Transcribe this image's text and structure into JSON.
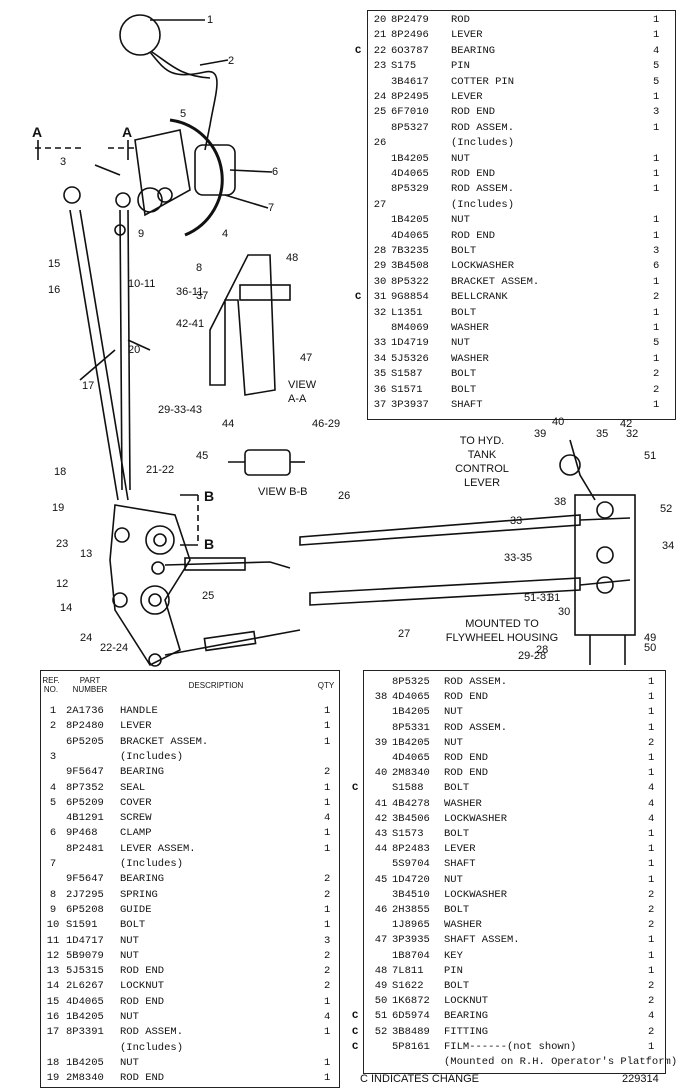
{
  "top_table": [
    {
      "c": "",
      "ref": "20",
      "part": "8P2479",
      "desc": "ROD",
      "qty": "1"
    },
    {
      "c": "",
      "ref": "21",
      "part": "8P2496",
      "desc": "LEVER",
      "qty": "1"
    },
    {
      "c": "C",
      "ref": "22",
      "part": "6O3787",
      "desc": "BEARING",
      "qty": "4"
    },
    {
      "c": "",
      "ref": "23",
      "part": "S175",
      "desc": "PIN",
      "qty": "5"
    },
    {
      "c": "",
      "ref": "",
      "part": "3B4617",
      "desc": "COTTER PIN",
      "qty": "5"
    },
    {
      "c": "",
      "ref": "24",
      "part": "8P2495",
      "desc": "LEVER",
      "qty": "1"
    },
    {
      "c": "",
      "ref": "25",
      "part": "6F7010",
      "desc": "ROD END",
      "qty": "3"
    },
    {
      "c": "",
      "ref": "",
      "part": "8P5327",
      "desc": "ROD ASSEM.",
      "qty": "1"
    },
    {
      "c": "",
      "ref": "26",
      "part": "",
      "desc": "(Includes)",
      "qty": ""
    },
    {
      "c": "",
      "ref": "",
      "part": "1B4205",
      "desc": "NUT",
      "qty": "1"
    },
    {
      "c": "",
      "ref": "",
      "part": "4D4065",
      "desc": "ROD END",
      "qty": "1"
    },
    {
      "c": "",
      "ref": "",
      "part": "8P5329",
      "desc": "ROD ASSEM.",
      "qty": "1"
    },
    {
      "c": "",
      "ref": "27",
      "part": "",
      "desc": "(Includes)",
      "qty": ""
    },
    {
      "c": "",
      "ref": "",
      "part": "1B4205",
      "desc": "NUT",
      "qty": "1"
    },
    {
      "c": "",
      "ref": "",
      "part": "4D4065",
      "desc": "ROD END",
      "qty": "1"
    },
    {
      "c": "",
      "ref": "28",
      "part": "7B3235",
      "desc": "BOLT",
      "qty": "3"
    },
    {
      "c": "",
      "ref": "29",
      "part": "3B4508",
      "desc": "LOCKWASHER",
      "qty": "6"
    },
    {
      "c": "",
      "ref": "30",
      "part": "8P5322",
      "desc": "BRACKET ASSEM.",
      "qty": "1"
    },
    {
      "c": "C",
      "ref": "31",
      "part": "9G8854",
      "desc": "BELLCRANK",
      "qty": "2"
    },
    {
      "c": "",
      "ref": "32",
      "part": "L1351",
      "desc": "BOLT",
      "qty": "1"
    },
    {
      "c": "",
      "ref": "",
      "part": "8M4069",
      "desc": "WASHER",
      "qty": "1"
    },
    {
      "c": "",
      "ref": "33",
      "part": "1D4719",
      "desc": "NUT",
      "qty": "5"
    },
    {
      "c": "",
      "ref": "34",
      "part": "5J5326",
      "desc": "WASHER",
      "qty": "1"
    },
    {
      "c": "",
      "ref": "35",
      "part": "S1587",
      "desc": "BOLT",
      "qty": "2"
    },
    {
      "c": "",
      "ref": "36",
      "part": "S1571",
      "desc": "BOLT",
      "qty": "2"
    },
    {
      "c": "",
      "ref": "37",
      "part": "3P3937",
      "desc": "SHAFT",
      "qty": "1"
    }
  ],
  "left_table": {
    "headers": {
      "ref": "REF. NO.",
      "part": "PART NUMBER",
      "desc": "DESCRIPTION",
      "qty": "QTY"
    },
    "rows": [
      {
        "ref": "1",
        "part": "2A1736",
        "desc": "HANDLE",
        "qty": "1"
      },
      {
        "ref": "2",
        "part": "8P2480",
        "desc": "LEVER",
        "qty": "1"
      },
      {
        "ref": "",
        "part": "6P5205",
        "desc": "BRACKET ASSEM.",
        "qty": "1"
      },
      {
        "ref": "3",
        "part": "",
        "desc": "(Includes)",
        "qty": ""
      },
      {
        "ref": "",
        "part": "9F5647",
        "desc": "BEARING",
        "qty": "2"
      },
      {
        "ref": "4",
        "part": "8P7352",
        "desc": "SEAL",
        "qty": "1"
      },
      {
        "ref": "5",
        "part": "6P5209",
        "desc": "COVER",
        "qty": "1"
      },
      {
        "ref": "",
        "part": "4B1291",
        "desc": "SCREW",
        "qty": "4"
      },
      {
        "ref": "6",
        "part": "9P468",
        "desc": "CLAMP",
        "qty": "1"
      },
      {
        "ref": "",
        "part": "8P2481",
        "desc": "LEVER ASSEM.",
        "qty": "1"
      },
      {
        "ref": "7",
        "part": "",
        "desc": "(Includes)",
        "qty": ""
      },
      {
        "ref": "",
        "part": "9F5647",
        "desc": "BEARING",
        "qty": "2"
      },
      {
        "ref": "8",
        "part": "2J7295",
        "desc": "SPRING",
        "qty": "2"
      },
      {
        "ref": "9",
        "part": "6P5208",
        "desc": "GUIDE",
        "qty": "1"
      },
      {
        "ref": "10",
        "part": "S1591",
        "desc": "BOLT",
        "qty": "1"
      },
      {
        "ref": "11",
        "part": "1D4717",
        "desc": "NUT",
        "qty": "3"
      },
      {
        "ref": "12",
        "part": "5B9079",
        "desc": "NUT",
        "qty": "2"
      },
      {
        "ref": "13",
        "part": "5J5315",
        "desc": "ROD END",
        "qty": "2"
      },
      {
        "ref": "14",
        "part": "2L6267",
        "desc": "LOCKNUT",
        "qty": "2"
      },
      {
        "ref": "15",
        "part": "4D4065",
        "desc": "ROD END",
        "qty": "1"
      },
      {
        "ref": "16",
        "part": "1B4205",
        "desc": "NUT",
        "qty": "4"
      },
      {
        "ref": "17",
        "part": "8P3391",
        "desc": "ROD ASSEM.",
        "qty": "1"
      },
      {
        "ref": "",
        "part": "",
        "desc": "(Includes)",
        "qty": ""
      },
      {
        "ref": "18",
        "part": "1B4205",
        "desc": "NUT",
        "qty": "1"
      },
      {
        "ref": "19",
        "part": "2M8340",
        "desc": "ROD END",
        "qty": "1"
      }
    ]
  },
  "right_table": [
    {
      "c": "",
      "ref": "",
      "part": "8P5325",
      "desc": "ROD ASSEM.",
      "qty": "1"
    },
    {
      "c": "",
      "ref": "38",
      "part": "4D4065",
      "desc": "ROD END",
      "qty": "1"
    },
    {
      "c": "",
      "ref": "",
      "part": "1B4205",
      "desc": "NUT",
      "qty": "1"
    },
    {
      "c": "",
      "ref": "",
      "part": "8P5331",
      "desc": "ROD ASSEM.",
      "qty": "1"
    },
    {
      "c": "",
      "ref": "39",
      "part": "1B4205",
      "desc": "NUT",
      "qty": "2"
    },
    {
      "c": "",
      "ref": "",
      "part": "4D4065",
      "desc": "ROD END",
      "qty": "1"
    },
    {
      "c": "",
      "ref": "40",
      "part": "2M8340",
      "desc": "ROD END",
      "qty": "1"
    },
    {
      "c": "C",
      "ref": "",
      "part": "S1588",
      "desc": "BOLT",
      "qty": "4"
    },
    {
      "c": "",
      "ref": "41",
      "part": "4B4278",
      "desc": "WASHER",
      "qty": "4"
    },
    {
      "c": "",
      "ref": "42",
      "part": "3B4506",
      "desc": "LOCKWASHER",
      "qty": "4"
    },
    {
      "c": "",
      "ref": "43",
      "part": "S1573",
      "desc": "BOLT",
      "qty": "1"
    },
    {
      "c": "",
      "ref": "44",
      "part": "8P2483",
      "desc": "LEVER",
      "qty": "1"
    },
    {
      "c": "",
      "ref": "",
      "part": "5S9704",
      "desc": "SHAFT",
      "qty": "1"
    },
    {
      "c": "",
      "ref": "45",
      "part": "1D4720",
      "desc": "NUT",
      "qty": "1"
    },
    {
      "c": "",
      "ref": "",
      "part": "3B4510",
      "desc": "LOCKWASHER",
      "qty": "2"
    },
    {
      "c": "",
      "ref": "46",
      "part": "2H3855",
      "desc": "BOLT",
      "qty": "2"
    },
    {
      "c": "",
      "ref": "",
      "part": "1J8965",
      "desc": "WASHER",
      "qty": "2"
    },
    {
      "c": "",
      "ref": "47",
      "part": "3P3935",
      "desc": "SHAFT ASSEM.",
      "qty": "1"
    },
    {
      "c": "",
      "ref": "",
      "part": "1B8704",
      "desc": "KEY",
      "qty": "1"
    },
    {
      "c": "",
      "ref": "48",
      "part": "7L811",
      "desc": "PIN",
      "qty": "1"
    },
    {
      "c": "",
      "ref": "49",
      "part": "S1622",
      "desc": "BOLT",
      "qty": "2"
    },
    {
      "c": "",
      "ref": "50",
      "part": "1K6872",
      "desc": "LOCKNUT",
      "qty": "2"
    },
    {
      "c": "C",
      "ref": "51",
      "part": "6D5974",
      "desc": "BEARING",
      "qty": "4"
    },
    {
      "c": "C",
      "ref": "52",
      "part": "3B8489",
      "desc": "FITTING",
      "qty": "2"
    },
    {
      "c": "C",
      "ref": "",
      "part": "5P8161",
      "desc": "FILM------(not shown)",
      "qty": "1"
    },
    {
      "c": "",
      "ref": "",
      "part": "",
      "desc": "(Mounted on R.H. Operator's Platform)",
      "qty": ""
    }
  ],
  "footer": {
    "legend": "C  INDICATES CHANGE",
    "number": "229314"
  },
  "labels": {
    "section_a": "A",
    "hyd_tank": "TO HYD. TANK CONTROL LEVER",
    "view_aa": "VIEW A-A",
    "view_bb": "VIEW B-B",
    "section_b": "B",
    "mounted": "MOUNTED TO FLYWHEEL HOUSING",
    "callouts": [
      "1",
      "2",
      "3",
      "4",
      "5",
      "6",
      "7",
      "8",
      "9",
      "10-11",
      "12",
      "13",
      "14",
      "15",
      "16",
      "17",
      "18",
      "19",
      "20",
      "21-22",
      "23",
      "24",
      "25",
      "26",
      "27",
      "28",
      "29-33-43",
      "30",
      "31",
      "32",
      "33",
      "33-35",
      "34",
      "35",
      "36-11",
      "37",
      "38",
      "39",
      "40",
      "42",
      "42-41",
      "44",
      "45",
      "46-29",
      "47",
      "48",
      "49",
      "50",
      "51",
      "52",
      "51-31",
      "22-24",
      "29-28"
    ]
  }
}
